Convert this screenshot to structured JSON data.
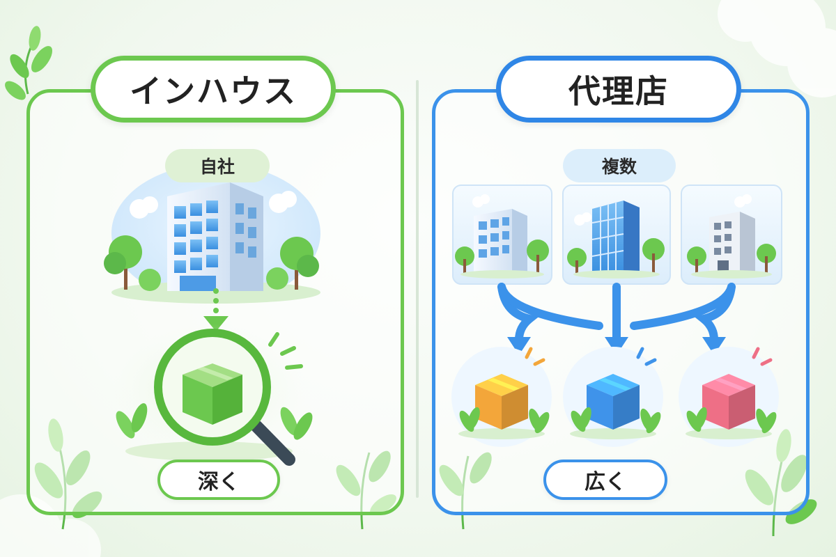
{
  "left": {
    "title": "インハウス",
    "subtitle": "自社",
    "bottom": "深く",
    "accent": "#6cc84f"
  },
  "right": {
    "title": "代理店",
    "subtitle": "複数",
    "bottom": "広く",
    "accent": "#3b92ea"
  },
  "box_colors": [
    "#f3a63a",
    "#3f93ea",
    "#ee6f86"
  ]
}
